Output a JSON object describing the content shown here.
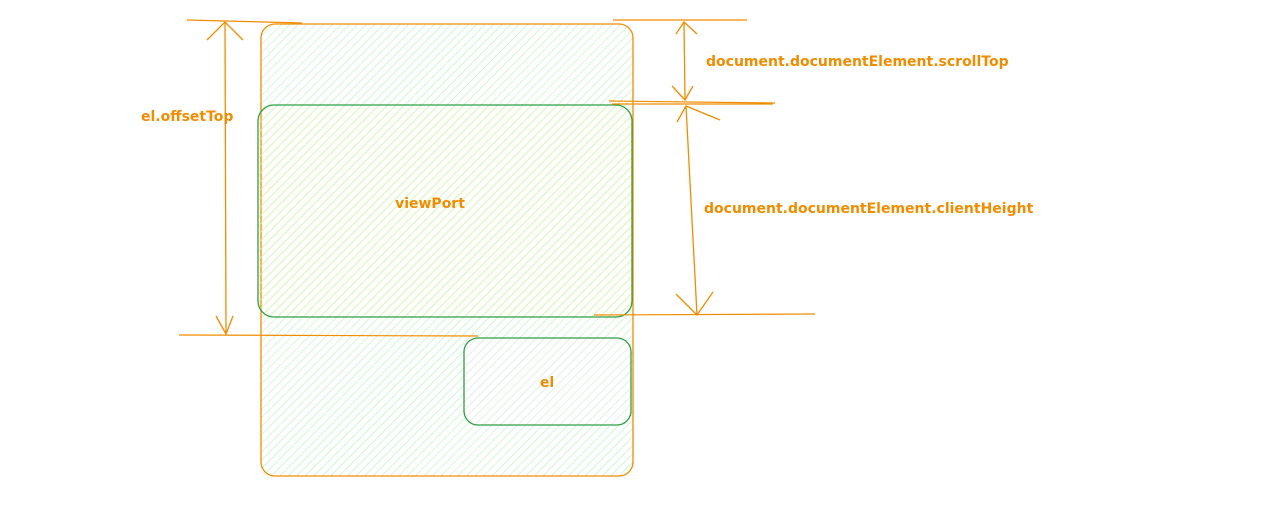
{
  "colors": {
    "orange": "#f08c00",
    "green": "#2f9e44",
    "page_fill": "#b2f2bb",
    "viewport_fill": "#d8f5a2",
    "el_fill": "#e9ecef"
  },
  "labels": {
    "offset_top": "el.offsetTop",
    "scroll_top": "document.documentElement.scrollTop",
    "client_height": "document.documentElement.clientHeight",
    "viewport": "viewPort",
    "el": "el"
  }
}
